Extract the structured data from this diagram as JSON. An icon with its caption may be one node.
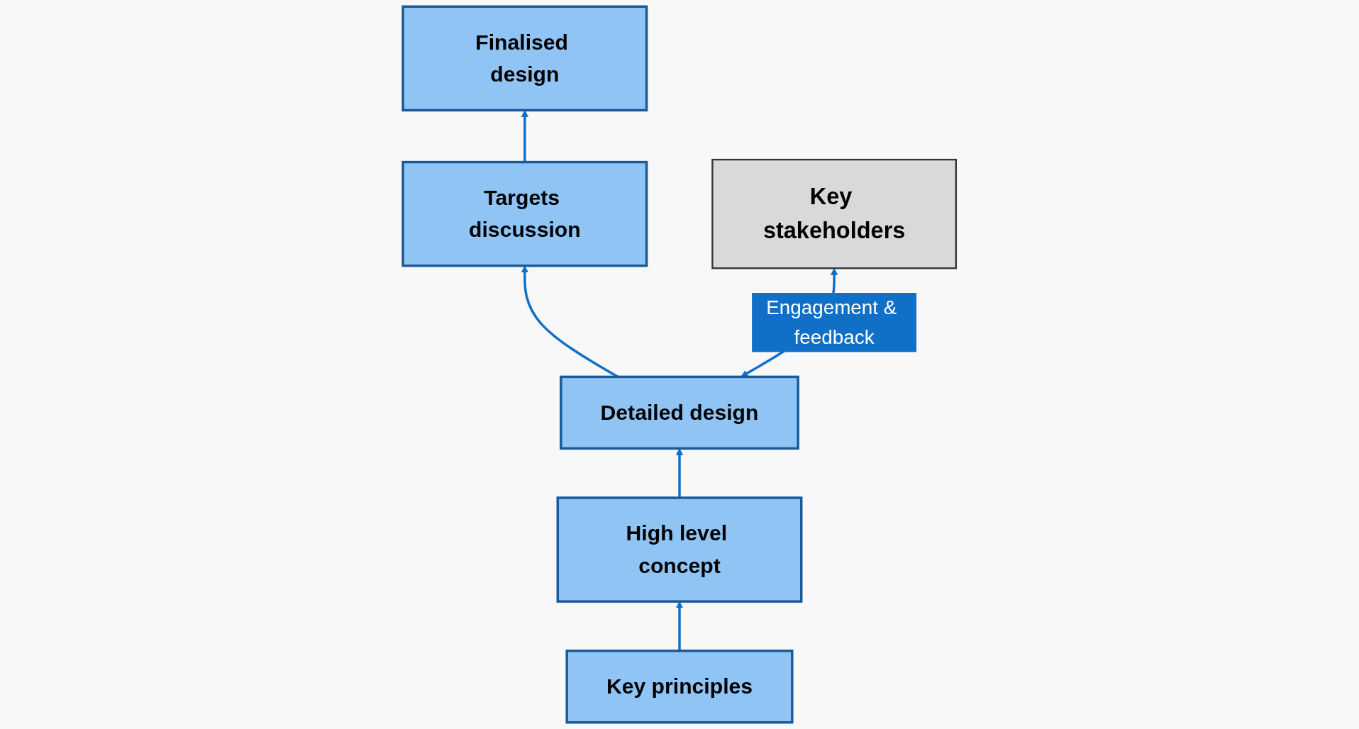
{
  "diagram": {
    "nodes": [
      {
        "text": [
          "Finalised design"
        ]
      },
      {
        "text": [
          "Targets discussion"
        ]
      },
      {
        "text": [
          "Detailed design"
        ]
      },
      {
        "text": [
          "High level concept"
        ]
      },
      {
        "text": [
          "Key principles"
        ]
      },
      {
        "text": [
          "Key stakeholders"
        ]
      }
    ],
    "edges": [
      {
        "from": 4,
        "to": 3,
        "arrow": "to"
      },
      {
        "from": 3,
        "to": 2,
        "arrow": "to"
      },
      {
        "from": 2,
        "to": 1,
        "arrow": "to"
      },
      {
        "from": 1,
        "to": 0,
        "arrow": "to"
      },
      {
        "from": 2,
        "to": 5,
        "label": "Engagement & feedback",
        "arrow": "both"
      }
    ]
  }
}
